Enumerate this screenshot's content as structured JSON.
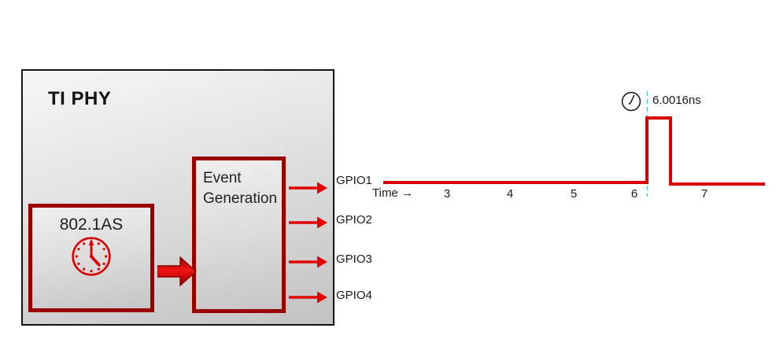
{
  "diagram": {
    "phy_title": "TI PHY",
    "clock_box_label": "802.1AS",
    "event_box_label": "Event Generation",
    "gpio_labels": [
      "GPIO1",
      "GPIO2",
      "GPIO3",
      "GPIO4"
    ],
    "icons": {
      "clock_802_1as": "red-analog-clock-icon",
      "event_timestamp": "black-clock-icon",
      "block_arrow": "thick-red-right-arrow",
      "gpio_arrow": "red-right-arrow"
    }
  },
  "waveform": {
    "time_label": "Time →",
    "ticks": [
      "3",
      "4",
      "5",
      "6",
      "7"
    ],
    "annotation": "6.0016ns"
  },
  "colors": {
    "box_border_dark_red": "#9b0000",
    "arrow_bright_red": "#e50000",
    "waveform_red": "#d90000",
    "dashed_marker_blue": "#5bc2e7",
    "text_black": "#1a1a1a",
    "box_fill_gradient_top": "#f7f7f7",
    "box_fill_gradient_bottom": "#c2c2c2"
  },
  "chart_data": {
    "type": "line",
    "title": "",
    "xlabel": "Time",
    "ylabel": "",
    "x_ticks": [
      3,
      4,
      5,
      6,
      7
    ],
    "xlim": [
      2.0,
      7.9
    ],
    "series": [
      {
        "name": "GPIO1",
        "points": [
          [
            2.0,
            0
          ],
          [
            6.18,
            0
          ],
          [
            6.18,
            1
          ],
          [
            6.52,
            1
          ],
          [
            6.52,
            0
          ],
          [
            7.87,
            0
          ]
        ]
      }
    ],
    "annotations": [
      {
        "x": 6.18,
        "label": "6.0016ns",
        "icon": "clock",
        "marker": "vertical-dashed-line"
      }
    ],
    "grid": false,
    "legend": false
  }
}
